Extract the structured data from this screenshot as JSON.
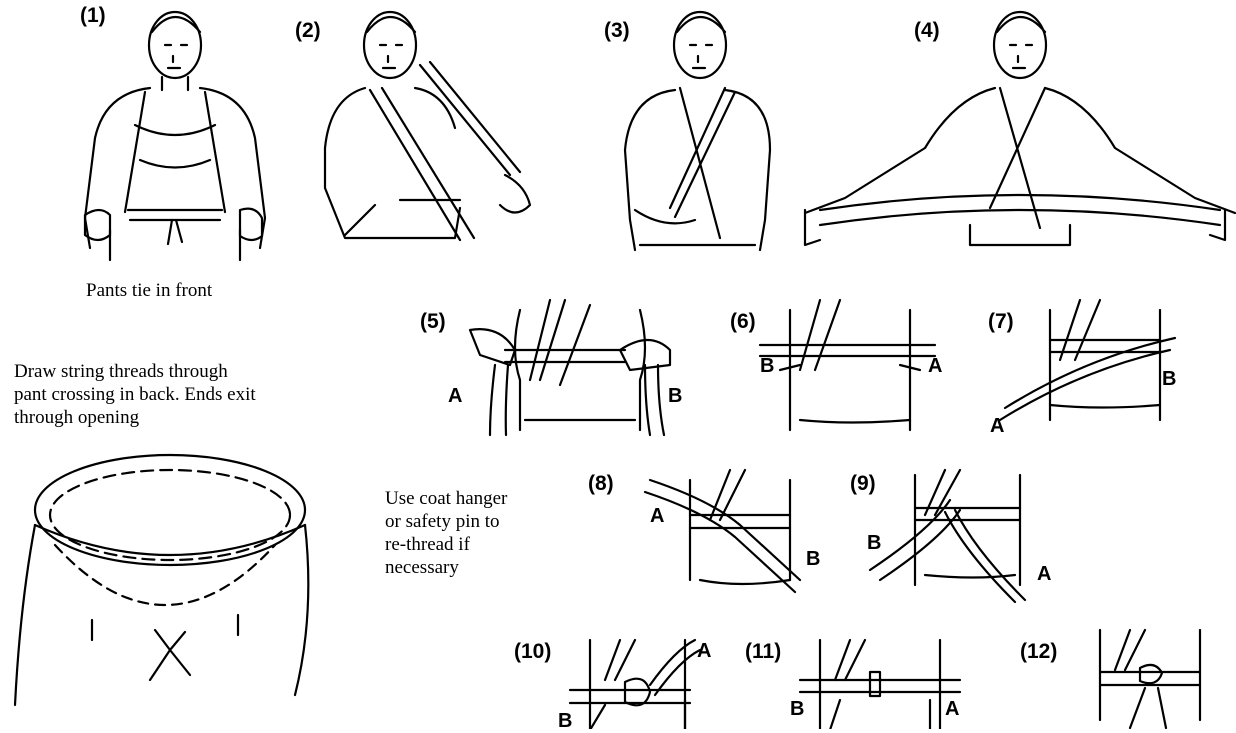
{
  "steps": [
    "(1)",
    "(2)",
    "(3)",
    "(4)",
    "(5)",
    "(6)",
    "(7)",
    "(8)",
    "(9)",
    "(10)",
    "(11)",
    "(12)"
  ],
  "captions": {
    "pants_tie": "Pants tie in front",
    "draw_string_1": "Draw string threads through",
    "draw_string_2": "pant crossing in back.  Ends exit",
    "draw_string_3": "through opening",
    "hanger_1": "Use coat hanger",
    "hanger_2": "or safety pin to",
    "hanger_3": "re-thread if",
    "hanger_4": "necessary"
  },
  "end_labels": {
    "a": "A",
    "b": "B"
  }
}
